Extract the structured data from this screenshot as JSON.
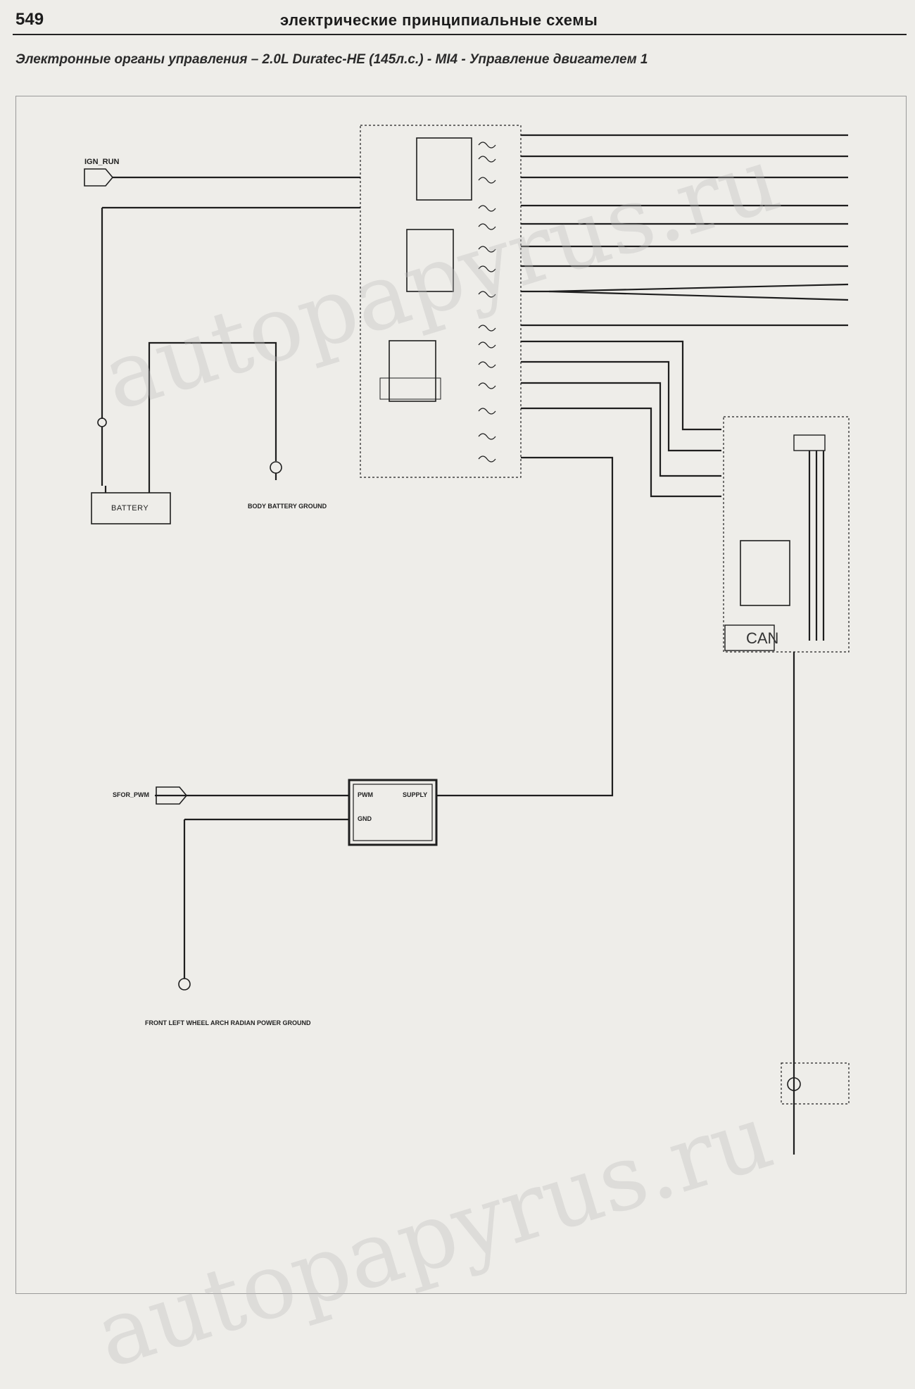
{
  "header": {
    "page_number": "549",
    "section_title": "электрические принципиальные схемы"
  },
  "subtitle": "Электронные органы управления – 2.0L Duratec-HE (145л.с.) - MI4 - Управление двигателем  1",
  "diagram": {
    "battery_label": "BATTERY",
    "body_ground_label": "BODY BATTERY GROUND",
    "front_ground_label": "FRONT LEFT WHEEL ARCH RADIAN POWER GROUND",
    "can_label": "CAN",
    "ign_label": "IGN_RUN",
    "pcm_label": "SFOR_PWM",
    "pwm_pin_label": "PWM",
    "gnd_pin_label": "GND",
    "supply_pin_label": "SUPPLY"
  },
  "watermark": {
    "text": "autopapyrus.ru"
  },
  "colors": {
    "wire": "#1e1e1e",
    "page_background": "#eeede9",
    "watermark": "#bebebe"
  }
}
